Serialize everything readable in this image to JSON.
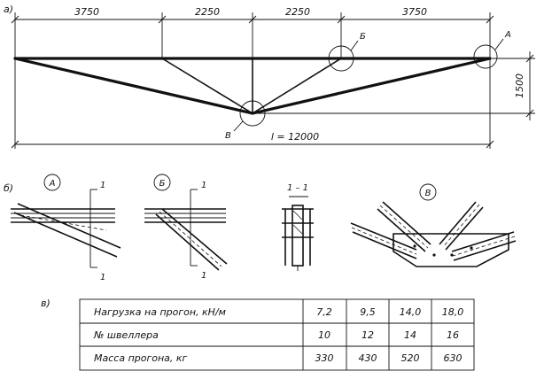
{
  "parts": {
    "a": "а)",
    "b": "б)",
    "v": "в)"
  },
  "dimensions": {
    "top": [
      "3750",
      "2250",
      "2250",
      "3750"
    ],
    "span": "l = 12000",
    "height": "1500"
  },
  "nodes": {
    "A": "А",
    "B": "Б",
    "V": "В"
  },
  "details": {
    "a": {
      "label": "А",
      "cut": "1"
    },
    "b": {
      "label": "Б",
      "cut": "1"
    },
    "section": {
      "label": "1 – 1"
    },
    "v": {
      "label": "В"
    }
  },
  "table": {
    "rows": [
      {
        "label": "Нагрузка на прогон, кН/м",
        "values": [
          "7,2",
          "9,5",
          "14,0",
          "18,0"
        ]
      },
      {
        "label": "№ швеллера",
        "values": [
          "10",
          "12",
          "14",
          "16"
        ]
      },
      {
        "label": "Масса прогона, кг",
        "values": [
          "330",
          "430",
          "520",
          "630"
        ]
      }
    ]
  }
}
